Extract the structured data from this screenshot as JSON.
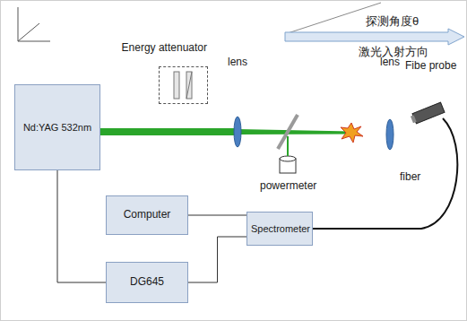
{
  "diagram": {
    "nodes": [
      {
        "text": [
          "Nd:YAG 532nm"
        ]
      },
      {
        "text": [
          "Energy attenuator"
        ]
      },
      {
        "text": [
          "Computer"
        ]
      },
      {
        "text": [
          "Spectrometer"
        ]
      },
      {
        "text": [
          "DG645"
        ]
      }
    ],
    "edges": [
      {
        "from": 0,
        "to": 4,
        "arrow": "none"
      },
      {
        "from": 2,
        "to": 3,
        "arrow": "none"
      },
      {
        "from": 4,
        "to": 3,
        "arrow": "none"
      }
    ],
    "labels": [
      "lens",
      "powermeter",
      "lens",
      "fiber",
      "Fibe probe",
      "探测角度θ",
      "激光入射方向"
    ]
  }
}
